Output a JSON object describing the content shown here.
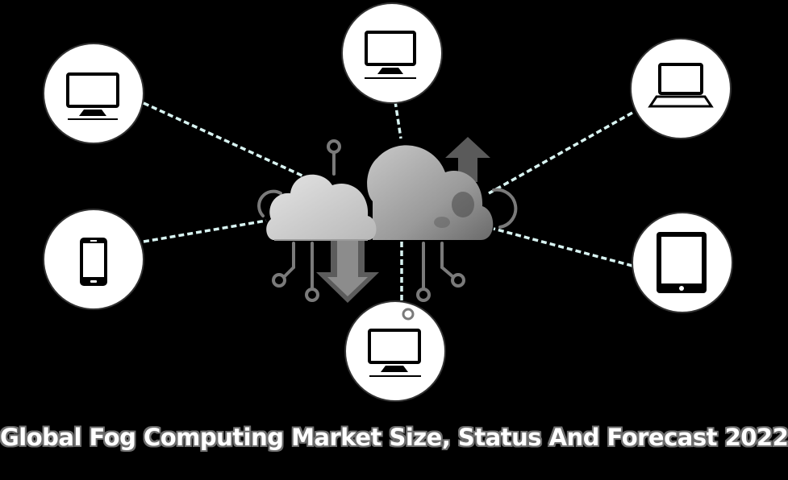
{
  "caption": "Global Fog Computing Market Size, Status And Forecast 2022",
  "colors": {
    "background": "#000000",
    "node_fill": "#ffffff",
    "connector": "#d8f3f1",
    "cloud_light": "#d9d9d9",
    "cloud_dark": "#8c8c8c",
    "arrow": "#6f6f6f"
  },
  "hub": {
    "icon": "cloud-icon"
  },
  "nodes": [
    {
      "id": "top-left",
      "icon": "desktop-monitor-icon"
    },
    {
      "id": "top-center",
      "icon": "desktop-monitor-icon"
    },
    {
      "id": "top-right",
      "icon": "laptop-icon"
    },
    {
      "id": "middle-left",
      "icon": "smartphone-icon"
    },
    {
      "id": "middle-right",
      "icon": "tablet-icon"
    },
    {
      "id": "bottom-center",
      "icon": "desktop-monitor-icon"
    }
  ]
}
